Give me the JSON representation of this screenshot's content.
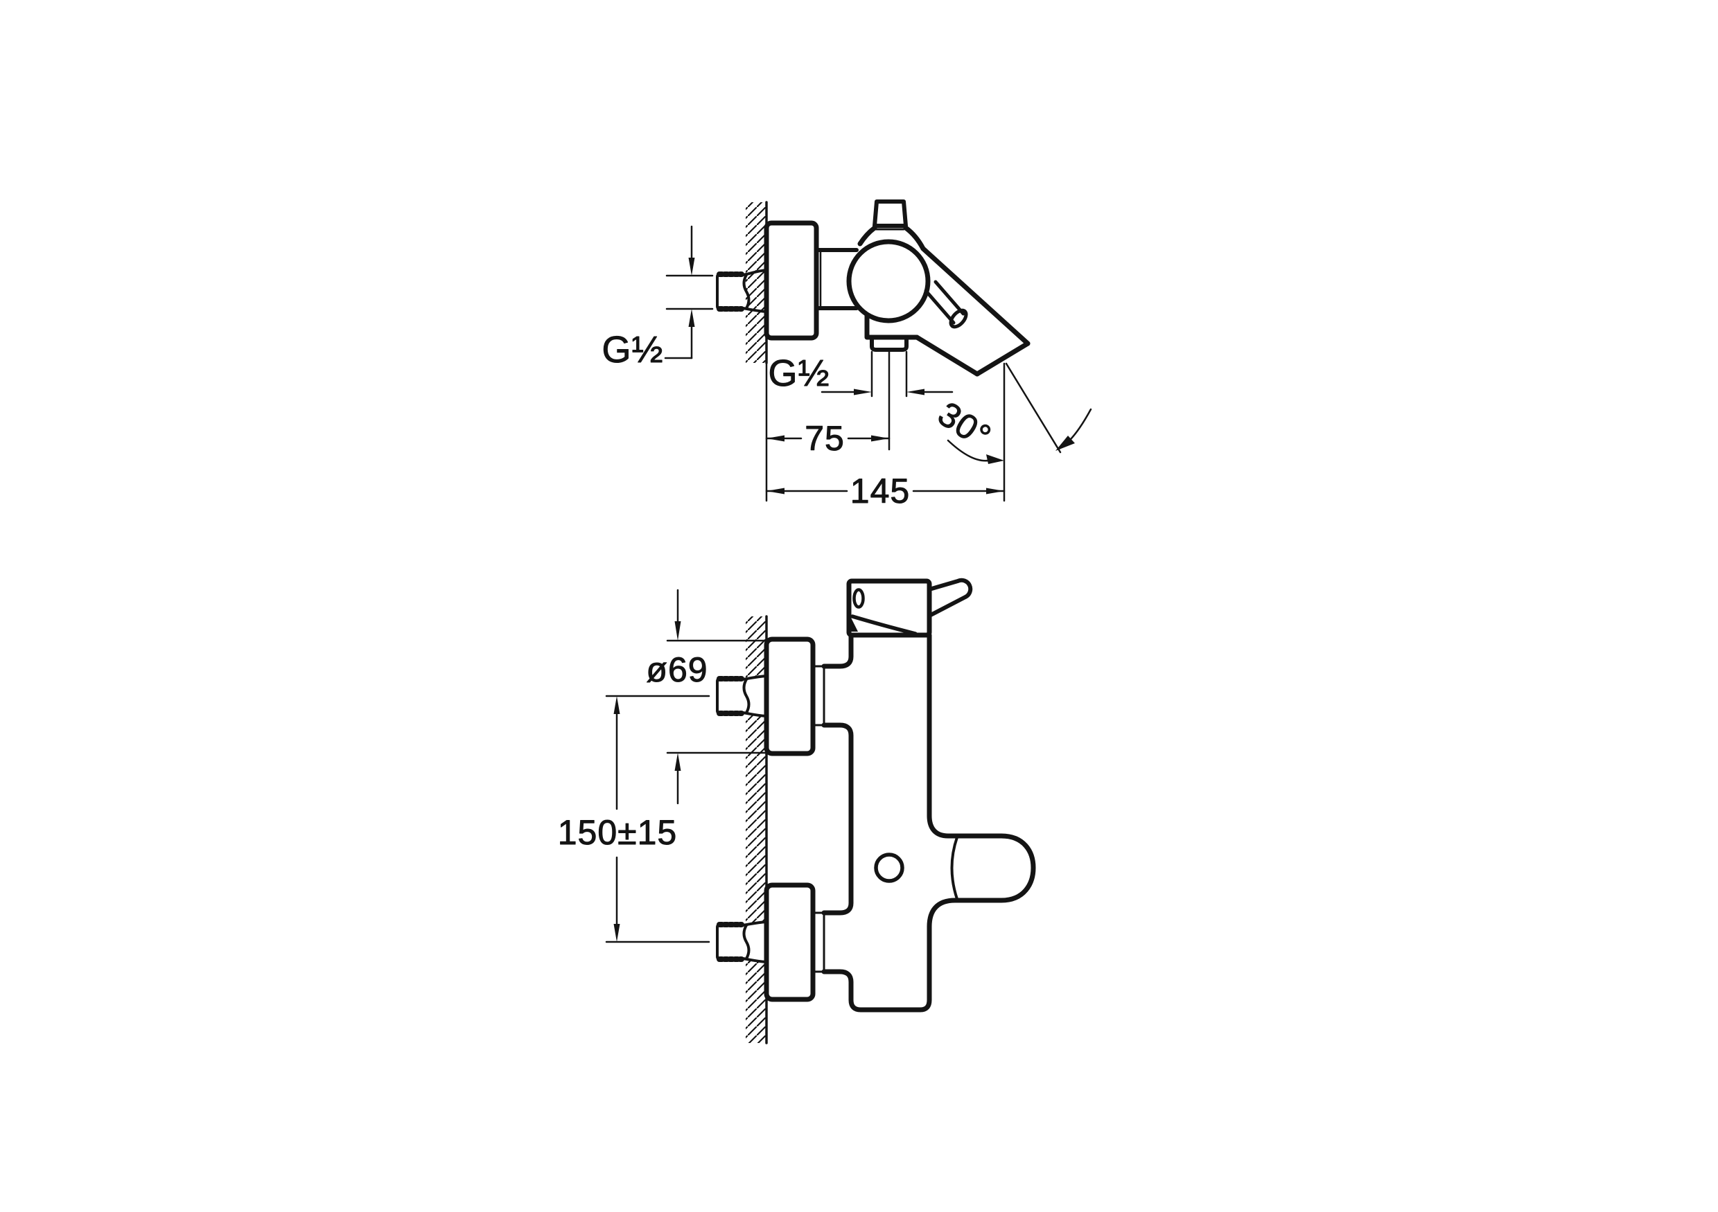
{
  "drawing": {
    "type": "technical-dimension-drawing",
    "subject": "wall-mounted bath mixer faucet",
    "colors": {
      "background": "#ffffff",
      "ink": "#141414"
    },
    "side_view": {
      "labels": {
        "inlet_thread": "G½",
        "outlet_thread": "G½",
        "wall_to_outlet_center": "75",
        "wall_to_spout_tip": "145",
        "spout_angle": "30°"
      }
    },
    "front_view": {
      "labels": {
        "escutcheon_diameter": "ø69",
        "connection_spacing": "150±15"
      }
    }
  }
}
